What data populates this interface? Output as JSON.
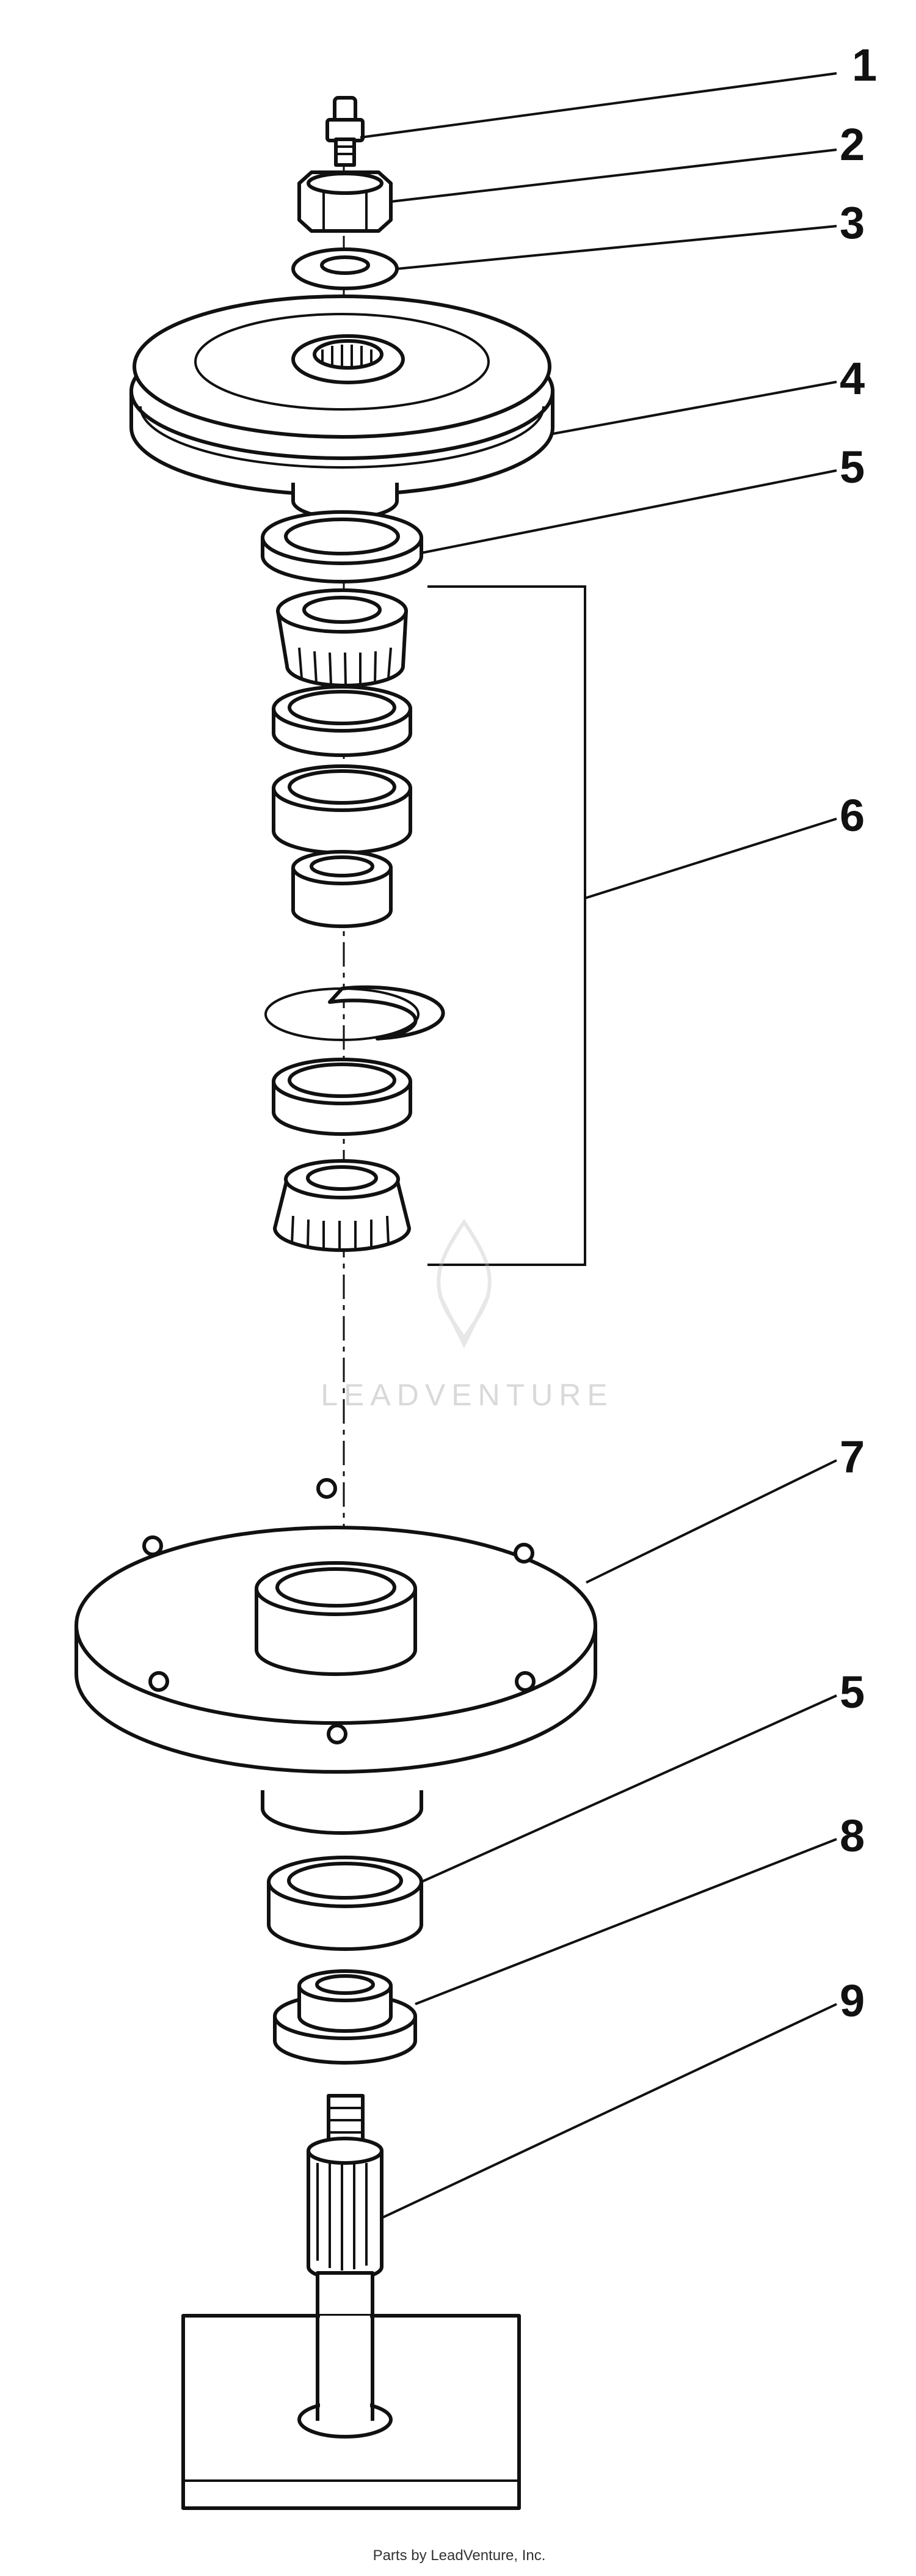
{
  "callouts": [
    "1",
    "2",
    "3",
    "4",
    "5",
    "6",
    "7",
    "5",
    "8",
    "9"
  ],
  "watermark": {
    "text": "LEADVENTURE"
  },
  "credit": "Parts by LeadVenture, Inc."
}
